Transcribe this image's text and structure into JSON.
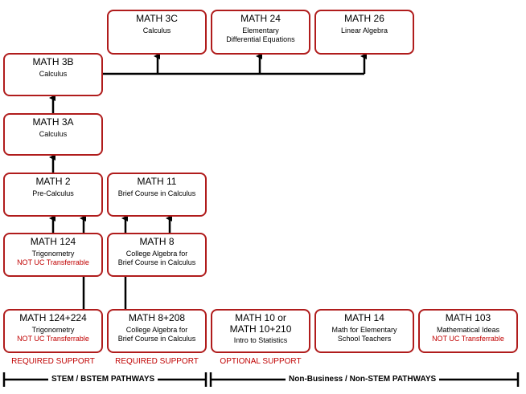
{
  "courses": {
    "math3c": {
      "code": "MATH 3C",
      "l1": "Calculus"
    },
    "math24": {
      "code": "MATH 24",
      "l1": "Elementary",
      "l2": "Differential Equations"
    },
    "math26": {
      "code": "MATH 26",
      "l1": "Linear Algebra"
    },
    "math3b": {
      "code": "MATH 3B",
      "l1": "Calculus"
    },
    "math3a": {
      "code": "MATH 3A",
      "l1": "Calculus"
    },
    "math2": {
      "code": "MATH 2",
      "l1": "Pre-Calculus"
    },
    "math11": {
      "code": "MATH 11",
      "l1": "Brief Course in Calculus"
    },
    "math124": {
      "code": "MATH 124",
      "l1": "Trigonometry",
      "warn": "NOT UC Transferrable"
    },
    "math8": {
      "code": "MATH 8",
      "l1": "College Algebra for",
      "l2": "Brief Course in Calculus"
    },
    "math124224": {
      "code": "MATH 124+224",
      "l1": "Trigonometry",
      "warn": "NOT UC Transferrable"
    },
    "math8208": {
      "code": "MATH 8+208",
      "l1": "College Algebra for",
      "l2": "Brief Course in Calculus"
    },
    "math10": {
      "code": "MATH 10 or",
      "code2": "MATH 10+210",
      "l1": "Intro to Statistics"
    },
    "math14": {
      "code": "MATH 14",
      "l1": "Math for Elementary",
      "l2": "School Teachers"
    },
    "math103": {
      "code": "MATH 103",
      "l1": "Mathematical Ideas",
      "warn": "NOT UC Transferrable"
    }
  },
  "labels": {
    "required1": "REQUIRED SUPPORT",
    "required2": "REQUIRED SUPPORT",
    "optional": "OPTIONAL SUPPORT"
  },
  "footer": {
    "stem": "STEM / BSTEM PATHWAYS",
    "nonstem": "Non-Business / Non-STEM PATHWAYS"
  },
  "colors": {
    "border": "#b01c1c",
    "warning": "#c00000",
    "line": "#000000"
  }
}
